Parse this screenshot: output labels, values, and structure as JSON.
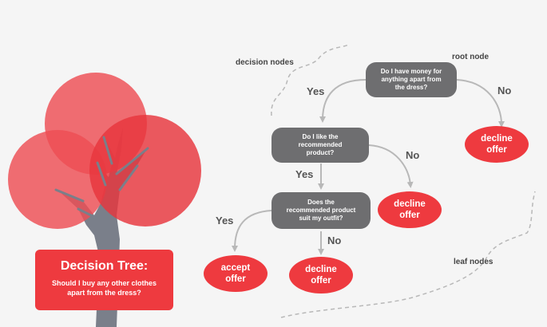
{
  "colors": {
    "node_fill": "#6e6e70",
    "leaf_fill": "#ee3a3f",
    "edge": "#b8b8b8",
    "label_text": "#555555",
    "tree_trunk": "#7a7f8a"
  },
  "title": {
    "heading": "Decision Tree:",
    "question": "Should I buy any other clothes\napart from the dress?"
  },
  "annotations": {
    "decision_nodes": "decision nodes",
    "root_node": "root node",
    "leaf_nodes": "leaf nodes"
  },
  "nodes": {
    "root": "Do I have money for\nanything apart from\nthe dress?",
    "like": "Do I like the\nrecommended\nproduct?",
    "suit": "Does the\nrecommended product\nsuit my outfit?"
  },
  "leaves": {
    "decline_root": "decline\noffer",
    "decline_like": "decline\noffer",
    "accept": "accept\noffer",
    "decline_suit": "decline\noffer"
  },
  "edge_labels": {
    "root_yes": "Yes",
    "root_no": "No",
    "like_yes": "Yes",
    "like_no": "No",
    "suit_yes": "Yes",
    "suit_no": "No"
  }
}
